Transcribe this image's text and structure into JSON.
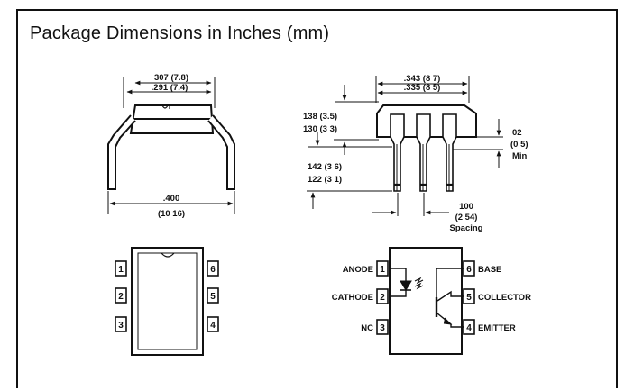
{
  "title": "Package Dimensions in Inches (mm)",
  "side_view": {
    "top_width_1": "307 (7.8)",
    "top_width_2": ".291 (7.4)",
    "lead_span_1": ".400",
    "lead_span_2": "(10 16)"
  },
  "end_view": {
    "width_1": ".343 (8 7)",
    "width_2": ".335 (8 5)",
    "body_h_1": "138 (3.5)",
    "body_h_2": "130 (3 3)",
    "lead_len_1": "142 (3 6)",
    "lead_len_2": "122 (3 1)",
    "standoff_1": "02",
    "standoff_2": "(0 5)",
    "standoff_3": "Min",
    "pitch_1": "100",
    "pitch_2": "(2 54)",
    "pitch_3": "Spacing"
  },
  "top_view": {
    "pins_left": [
      "1",
      "2",
      "3"
    ],
    "pins_right": [
      "6",
      "5",
      "4"
    ]
  },
  "schematic": {
    "left_labels": [
      "ANODE",
      "CATHODE",
      "NC"
    ],
    "left_pins": [
      "1",
      "2",
      "3"
    ],
    "right_pins": [
      "6",
      "5",
      "4"
    ],
    "right_labels": [
      "BASE",
      "COLLECTOR",
      "EMITTER"
    ]
  }
}
